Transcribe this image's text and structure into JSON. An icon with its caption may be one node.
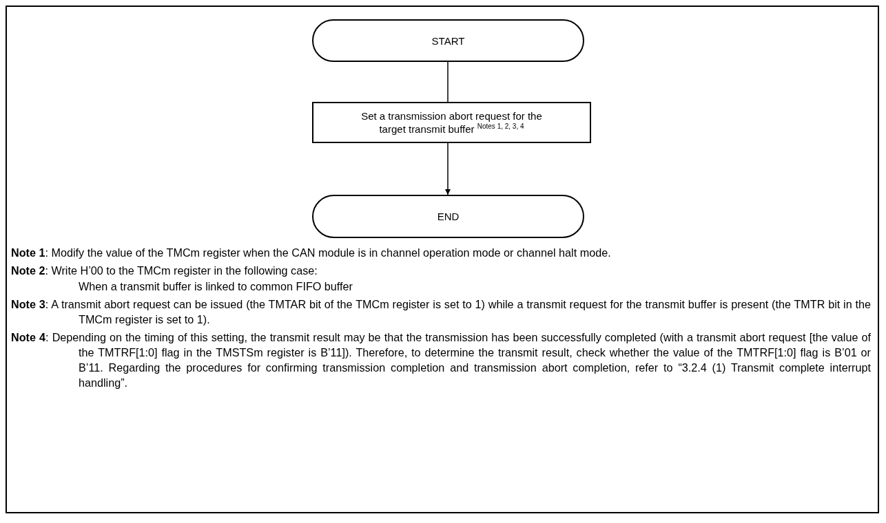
{
  "diagram": {
    "nodes": [
      {
        "text": [
          "START"
        ]
      },
      {
        "text": [
          "Set a transmission abort request for the target transmit buffer $^{Notes 1, 2, 3, 4}$"
        ]
      },
      {
        "text": [
          "END"
        ]
      }
    ],
    "edges": [
      {
        "from": 0,
        "to": 1,
        "arrow": "none"
      },
      {
        "from": 1,
        "to": 2,
        "arrow": "to"
      }
    ],
    "labels": [
      "**Note 1**: Modify the value of the TMCm register when the CAN module is in channel operation mode or channel halt mode.",
      "**Note 2**: Write H’00 to the TMCm register in the following case:",
      "When a transmit buffer is linked to common FIFO buffer",
      "**Note 3**: A transmit abort request can be issued (the TMTAR bit of the TMCm register is set to 1) while a transmit request for the transmit buffer is present (the TMTR bit in the TMCm register is set to 1).",
      "**Note 4**: Depending on the timing of this setting, the transmit result may be that the transmission has been successfully completed (with a transmit abort request [the value of the TMTRF[1:0] flag in the TMSTSm register is B’11]). Therefore, to determine the transmit result, check whether the value of the TMTRF[1:0] flag is B’01 or B’11. Regarding the procedures for confirming transmission completion and transmission abort completion, refer to “3.2.4 (1) Transmit complete interrupt handling”."
    ]
  }
}
